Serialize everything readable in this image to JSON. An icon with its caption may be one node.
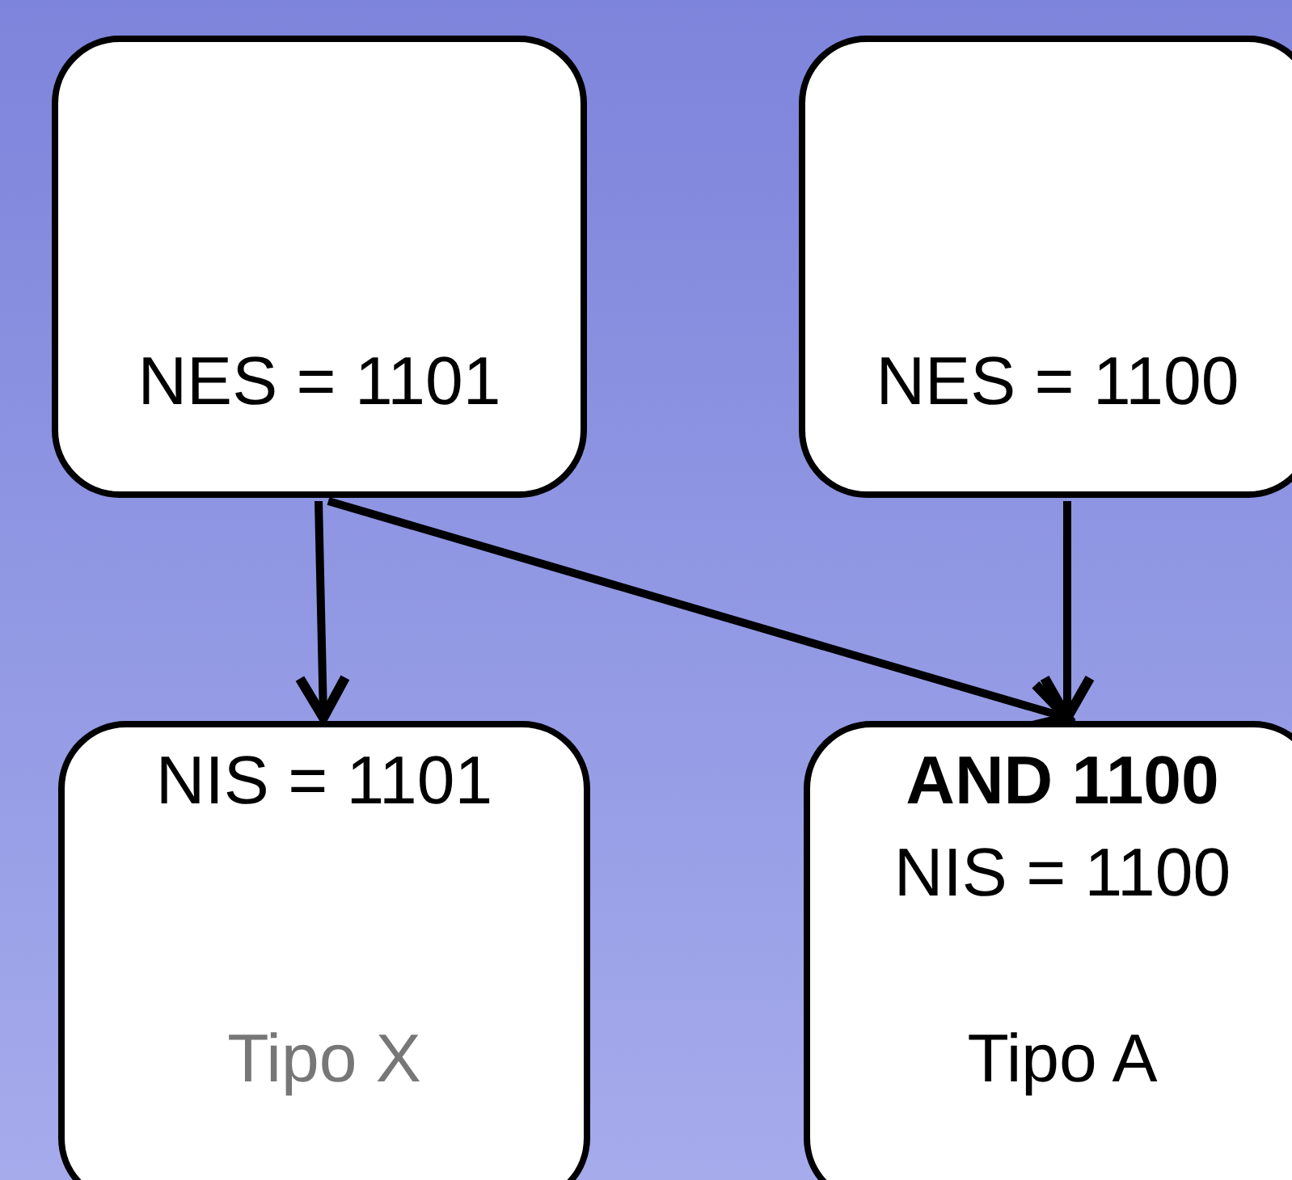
{
  "diagram": {
    "nodes": [
      {
        "text": [
          "NES = 1101"
        ]
      },
      {
        "text": [
          "NES = 1100"
        ]
      },
      {
        "text": [
          "NIS = 1101",
          "Tipo X"
        ]
      },
      {
        "text": [
          "AND 1100",
          "NIS = 1100",
          "Tipo A"
        ]
      }
    ],
    "edges": [
      {
        "from": 0,
        "to": 2,
        "arrow": "to"
      },
      {
        "from": 0,
        "to": 3,
        "arrow": "to"
      },
      {
        "from": 1,
        "to": 3,
        "arrow": "to"
      }
    ]
  }
}
